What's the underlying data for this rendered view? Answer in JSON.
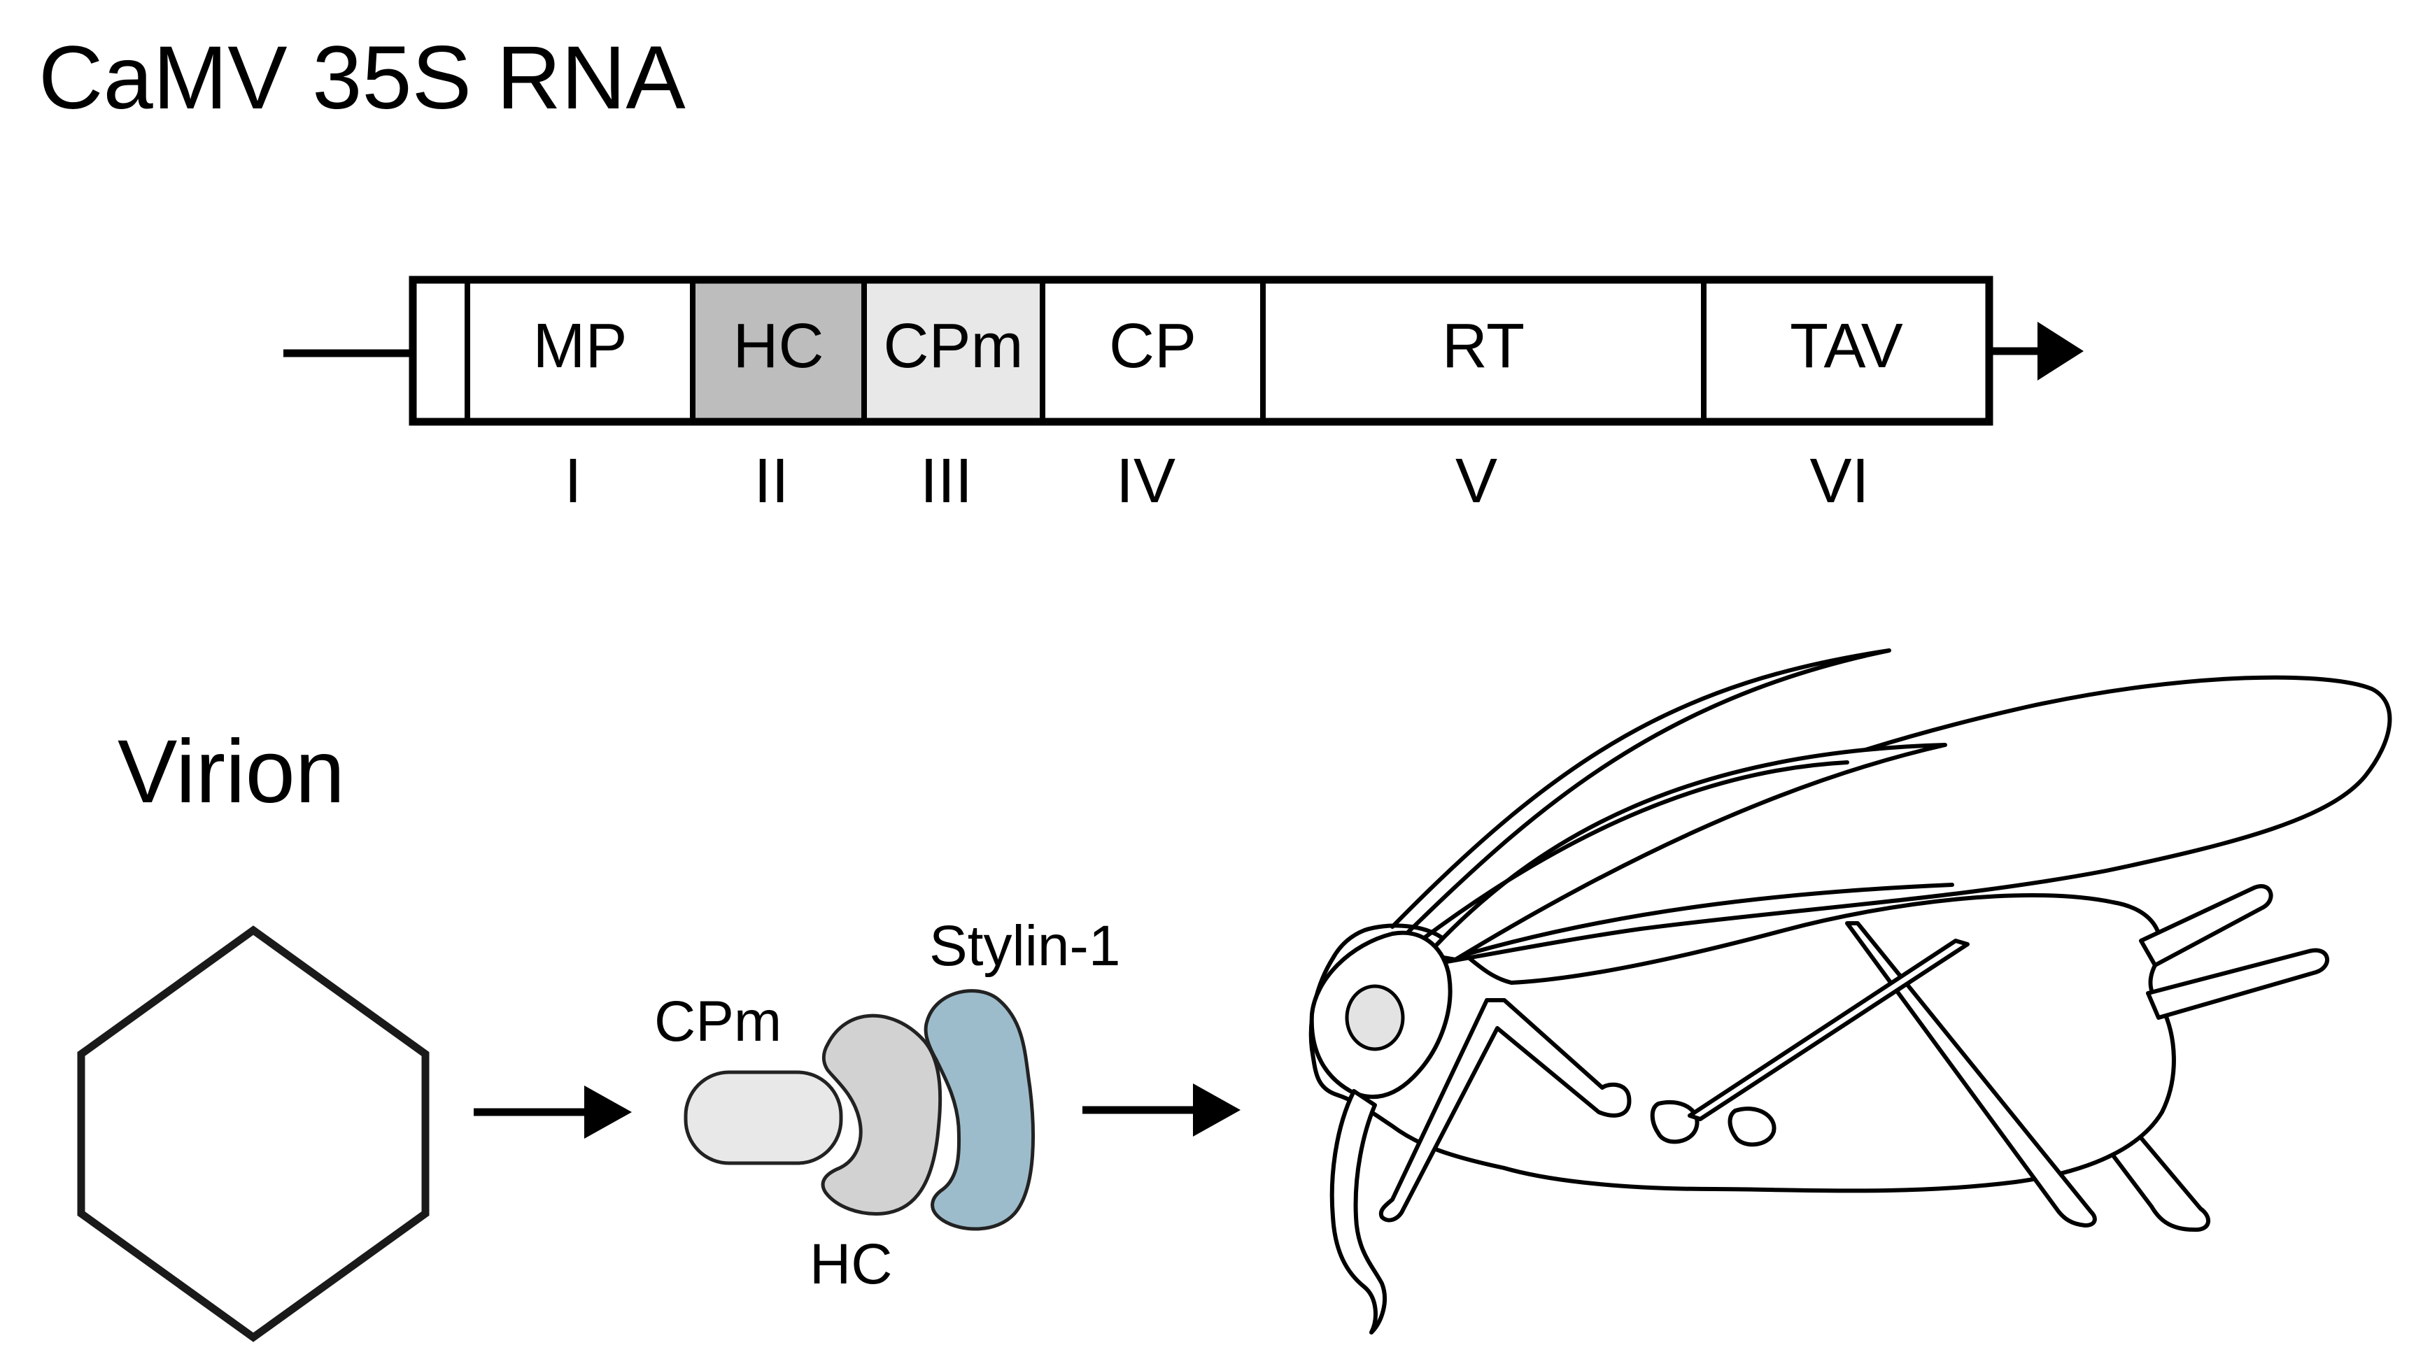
{
  "genome": {
    "title": "CaMV 35S RNA",
    "genes": [
      {
        "label": "MP",
        "orf": "I",
        "fill": "#ffffff"
      },
      {
        "label": "HC",
        "orf": "II",
        "fill": "#bdbdbd"
      },
      {
        "label": "CPm",
        "orf": "III",
        "fill": "#e8e8e8"
      },
      {
        "label": "CP",
        "orf": "IV",
        "fill": "#ffffff"
      },
      {
        "label": "RT",
        "orf": "V",
        "fill": "#ffffff"
      },
      {
        "label": "TAV",
        "orf": "VI",
        "fill": "#ffffff"
      }
    ]
  },
  "virion": {
    "title": "Virion"
  },
  "complex": {
    "cpm_label": "CPm",
    "hc_label": "HC",
    "stylin_label": "Stylin-1",
    "colors": {
      "cpm": "#e8e8e8",
      "hc": "#d2d2d2",
      "stylin": "#9dbccb",
      "outline": "#222222"
    }
  },
  "vector": {
    "icon": "aphid-icon"
  }
}
